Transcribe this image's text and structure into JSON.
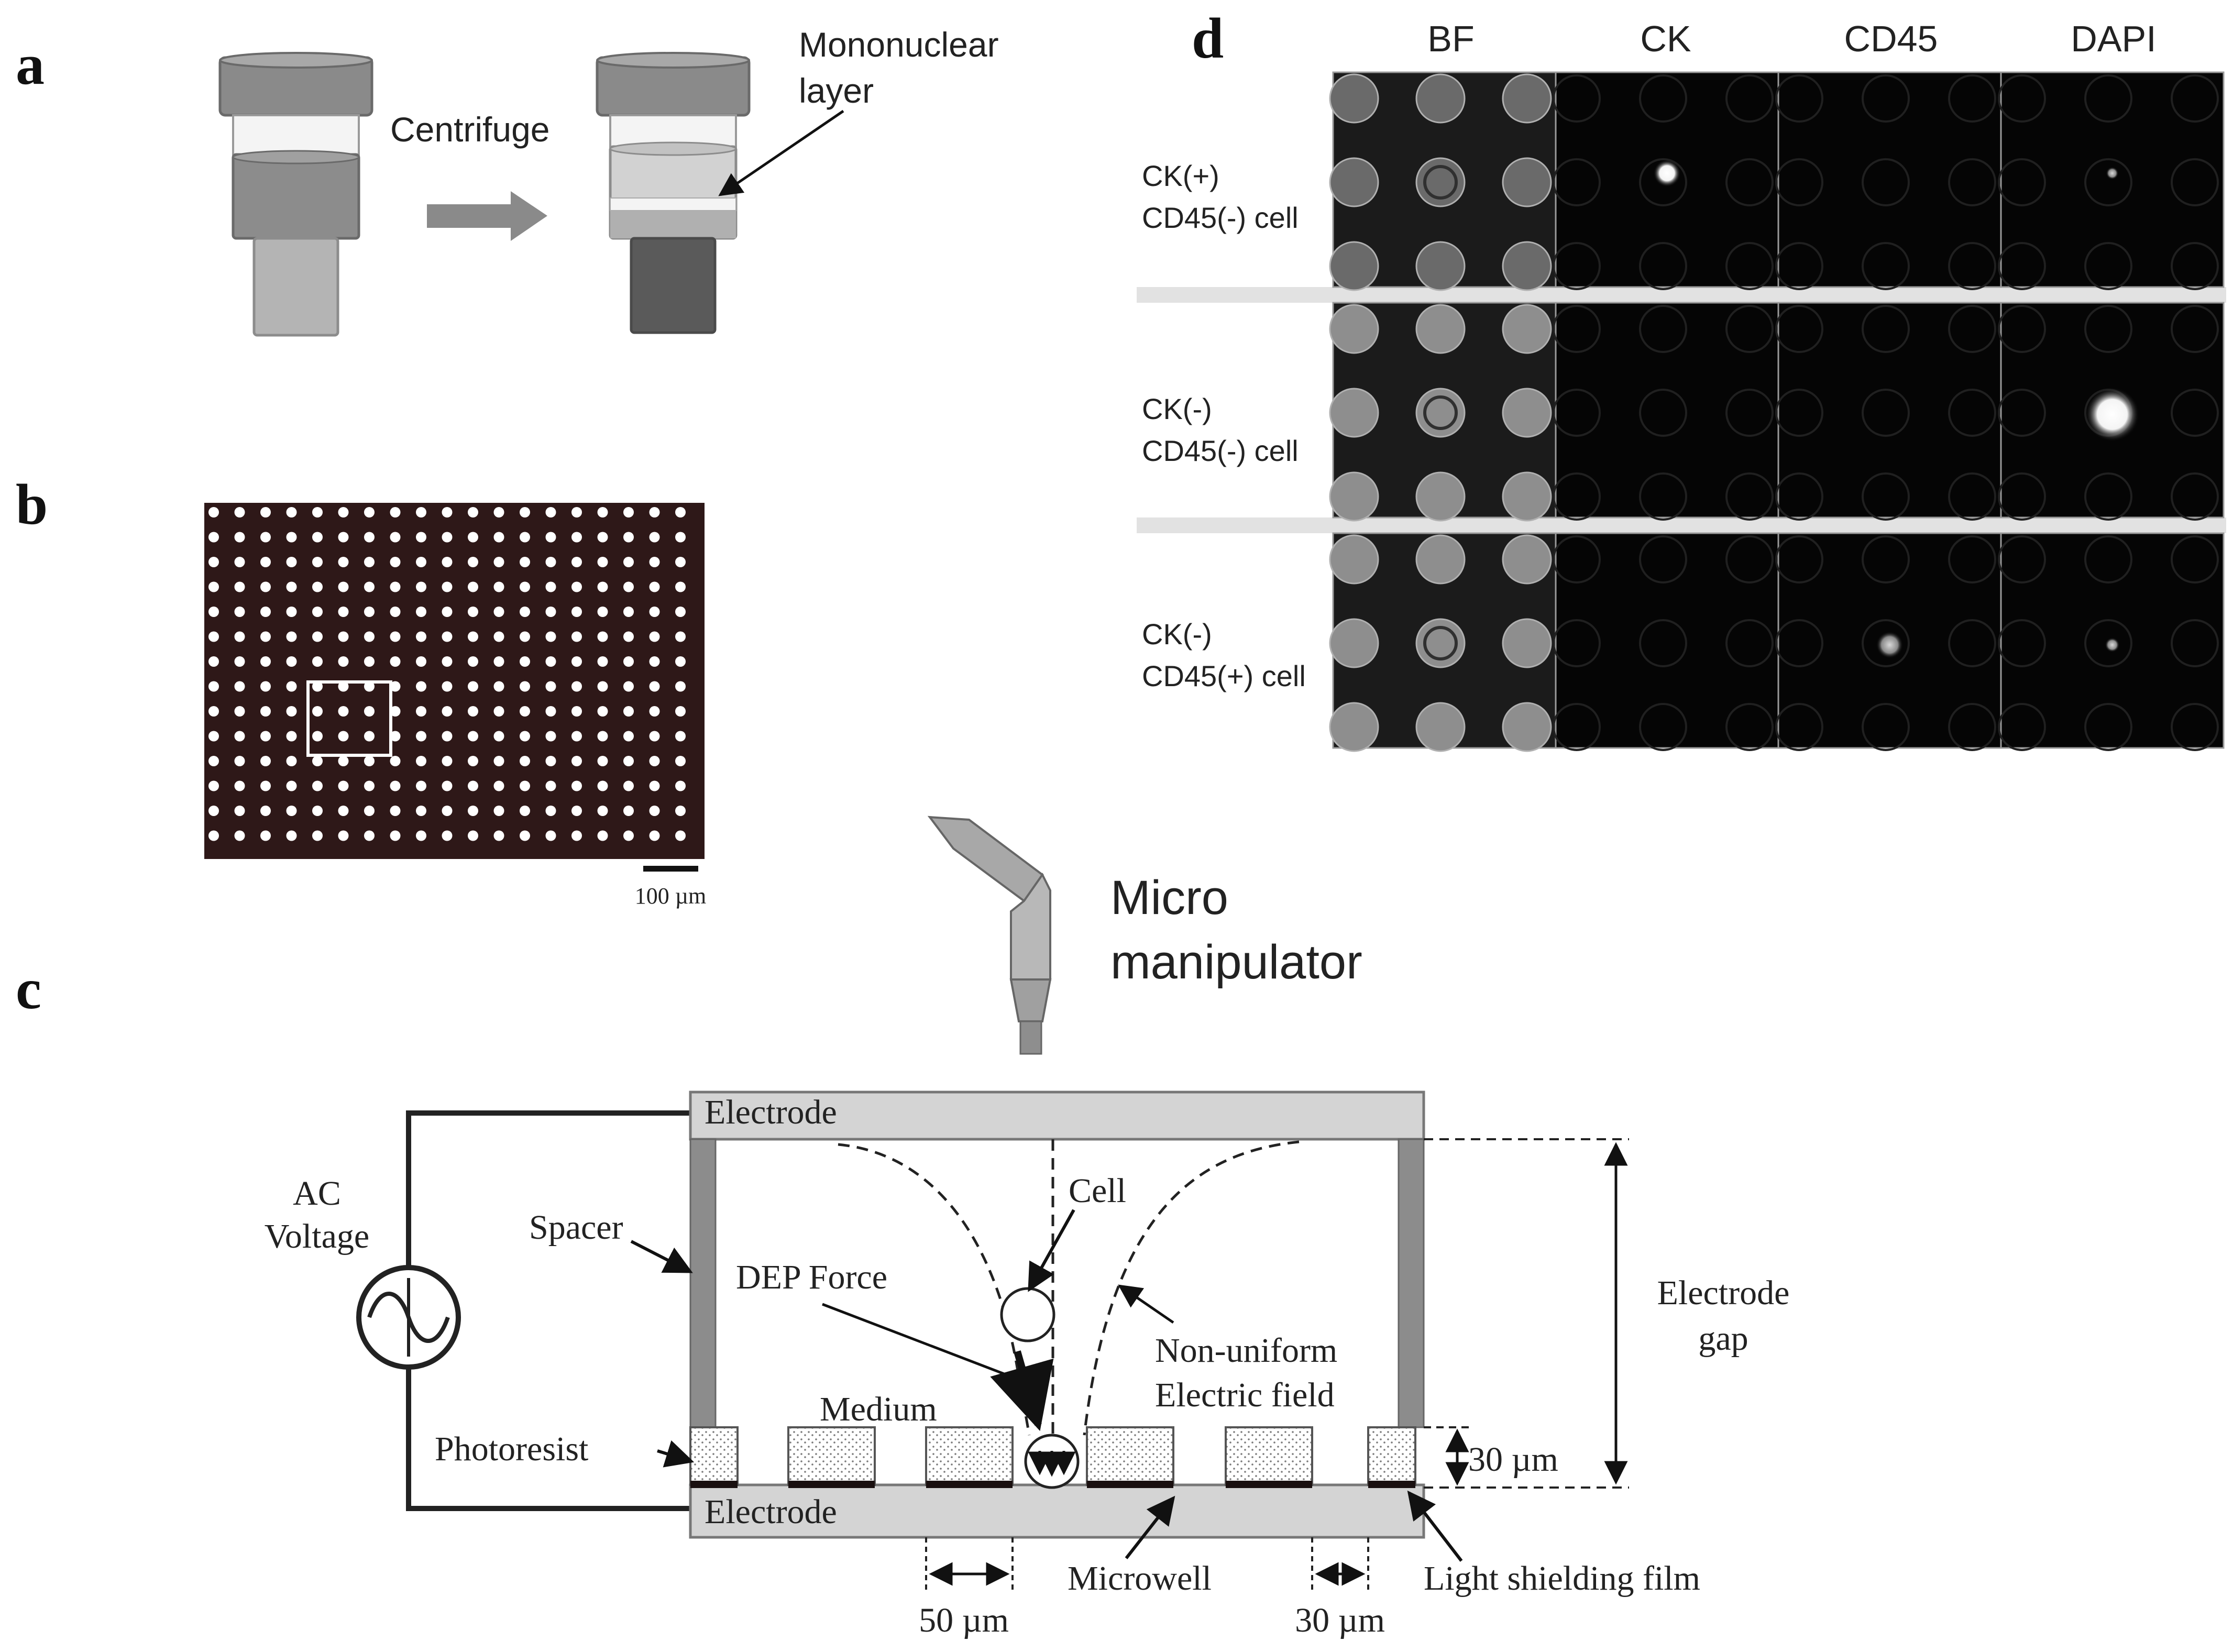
{
  "panels": {
    "a": {
      "letter": "a",
      "centrifuge_label": "Centrifuge",
      "layer_label_line1": "Mononuclear",
      "layer_label_line2": "layer"
    },
    "b": {
      "letter": "b",
      "scale_label": "100 µm",
      "array_rows": 14,
      "array_cols": 19
    },
    "c": {
      "letter": "c",
      "manipulator_line1": "Micro",
      "manipulator_line2": "manipulator",
      "electrode_top": "Electrode",
      "electrode_bottom": "Electrode",
      "ac_line1": "AC",
      "ac_line2": "Voltage",
      "spacer": "Spacer",
      "cell": "Cell",
      "dep_force": "DEP Force",
      "nonuniform_line1": "Non-uniform",
      "nonuniform_line2": "Electric field",
      "electrode_gap_line1": "Electrode",
      "electrode_gap_line2": "gap",
      "medium": "Medium",
      "photoresist": "Photoresist",
      "height_30": "30 µm",
      "microwell": "Microwell",
      "light_shielding": "Light shielding film",
      "width_50": "50 µm",
      "width_30": "30 µm"
    },
    "d": {
      "letter": "d",
      "columns": [
        "BF",
        "CK",
        "CD45",
        "DAPI"
      ],
      "rows": [
        {
          "line1": "CK(+)",
          "line2": "CD45(-) cell"
        },
        {
          "line1": "CK(-)",
          "line2": "CD45(-) cell"
        },
        {
          "line1": "CK(-)",
          "line2": "CD45(+) cell"
        }
      ]
    }
  }
}
